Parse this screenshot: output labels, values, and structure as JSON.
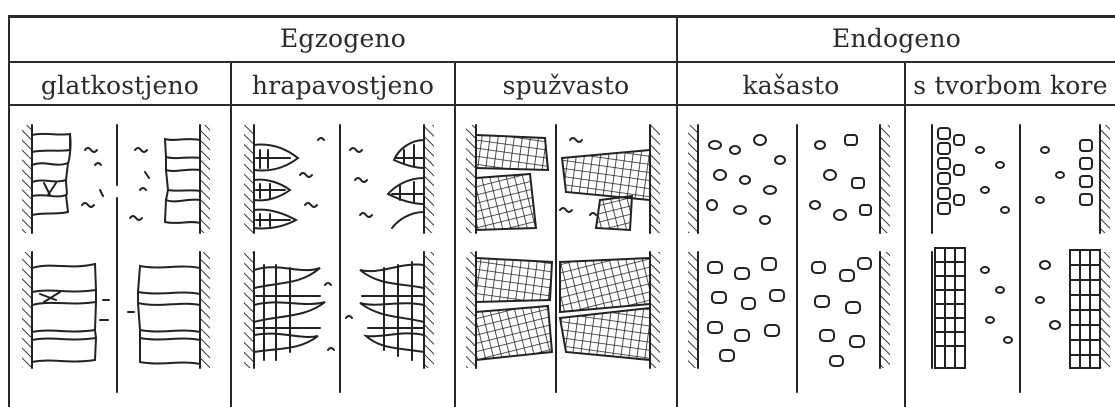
{
  "groups": {
    "egzogeno": "Egzogeno",
    "endogeno": "Endogeno"
  },
  "types": {
    "glatkostjeno": "glatkostjeno",
    "hrapavostjeno": "hrapavostjeno",
    "spuzvasto": "spužvasto",
    "kasasto": "kašasto",
    "tvorbom_kore": "s tvorbom kore"
  }
}
